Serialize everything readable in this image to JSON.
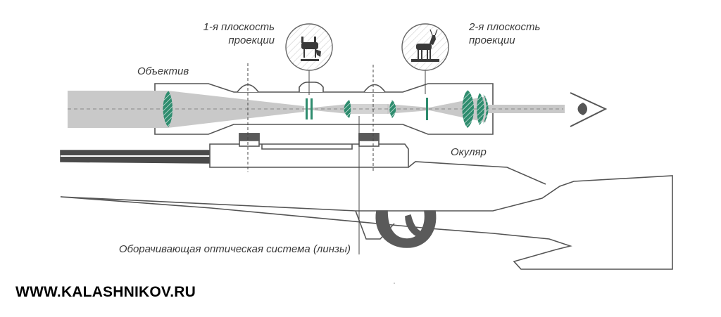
{
  "labels": {
    "objective": "Объектив",
    "plane1_line1": "1-я плоскость",
    "plane1_line2": "проекции",
    "plane2_line1": "2-я плоскость",
    "plane2_line2": "проекции",
    "eyepiece": "Окуляр",
    "relay": "Оборачивающая оптическая система (линзы)"
  },
  "watermark": "WWW.KALASHNIKOV.RU",
  "icons": {
    "plane1": "inverted-deer-icon",
    "plane2": "upright-deer-icon",
    "eye": "eye-icon"
  },
  "colors": {
    "lens_green": "#2e8c6e",
    "beam_gray": "#c9c9c9",
    "outline": "#555555",
    "text": "#3a3a3a",
    "watermark": "#000000"
  }
}
